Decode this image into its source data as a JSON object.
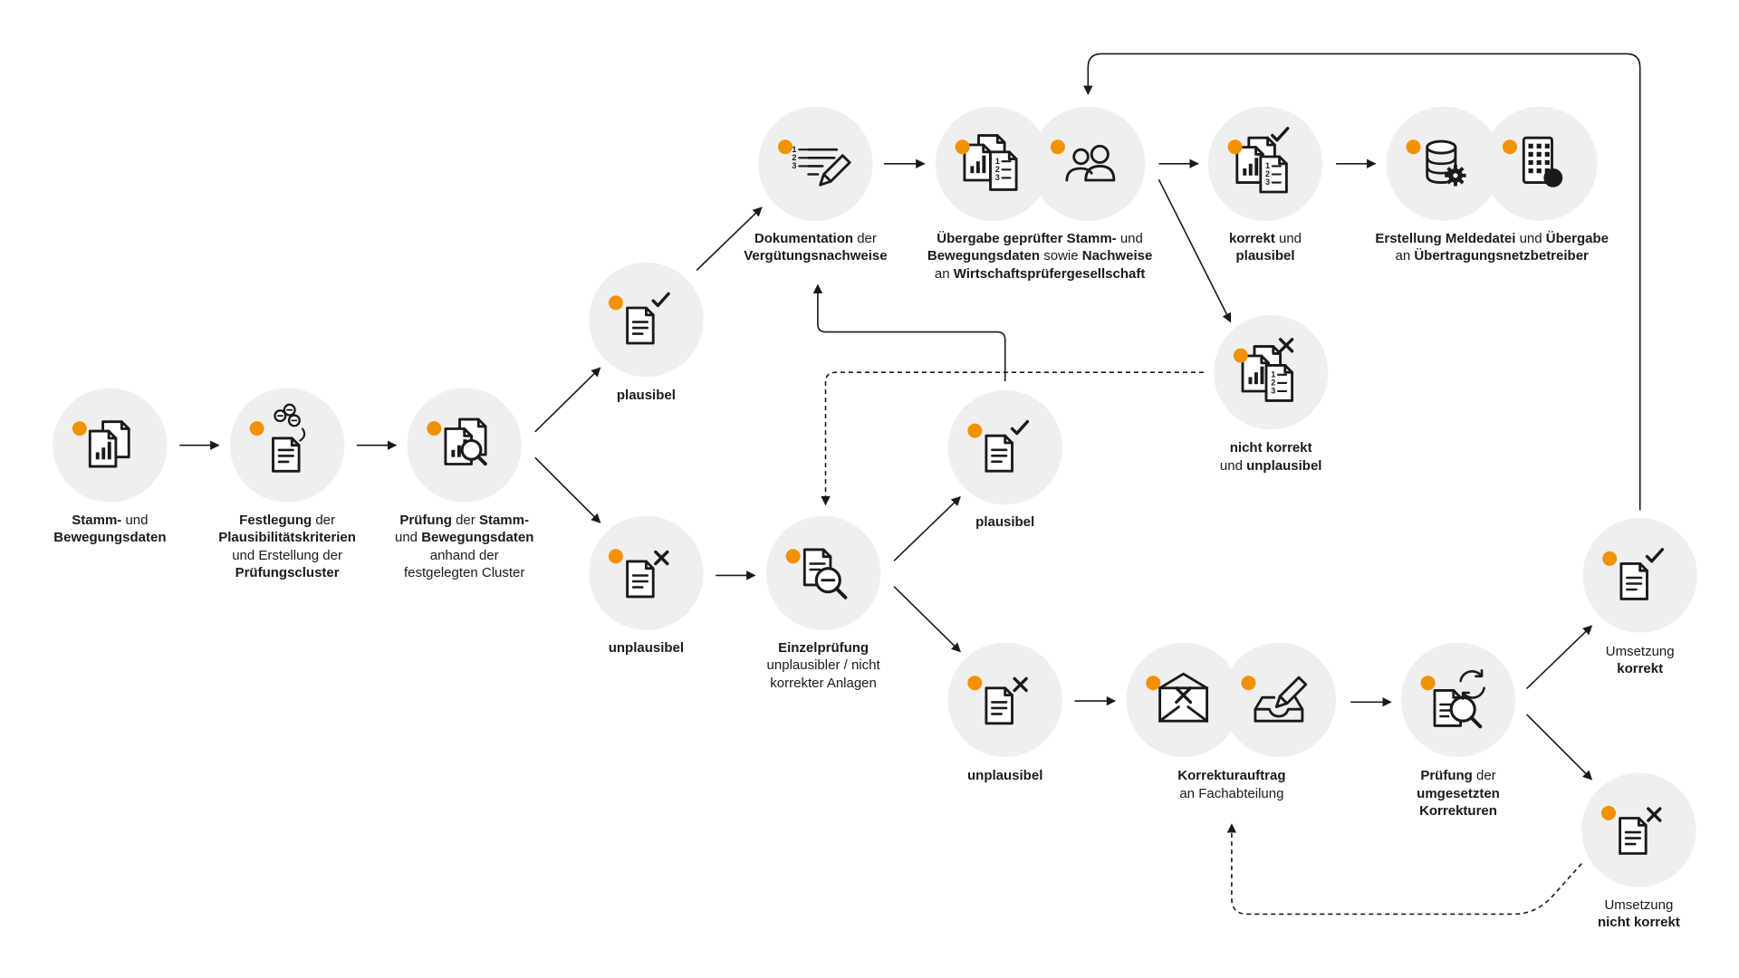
{
  "colors": {
    "accent": "#F39200",
    "circle": "#EFEFEF",
    "ink": "#1A1A1A",
    "line": "#1A1A1A"
  },
  "nodes": [
    {
      "id": "stamm",
      "icons": [
        "documents-chart-icon"
      ],
      "label": [
        [
          {
            "t": "Stamm-",
            "b": true
          },
          {
            "t": " und",
            "b": false
          }
        ],
        [
          {
            "t": "Bewegungsdaten",
            "b": true
          }
        ]
      ]
    },
    {
      "id": "festlegung",
      "icons": [
        "document-rules-icon"
      ],
      "label": [
        [
          {
            "t": "Festlegung",
            "b": true
          },
          {
            "t": " der",
            "b": false
          }
        ],
        [
          {
            "t": "Plausibilitätskriterien",
            "b": true
          }
        ],
        [
          {
            "t": "und Erstellung der",
            "b": false
          }
        ],
        [
          {
            "t": "Prüfungscluster",
            "b": true
          }
        ]
      ]
    },
    {
      "id": "pruefung",
      "icons": [
        "documents-search-icon"
      ],
      "label": [
        [
          {
            "t": "Prüfung",
            "b": true
          },
          {
            "t": " der ",
            "b": false
          },
          {
            "t": "Stamm-",
            "b": true
          }
        ],
        [
          {
            "t": "und ",
            "b": false
          },
          {
            "t": "Bewegungsdaten",
            "b": true
          }
        ],
        [
          {
            "t": "anhand der",
            "b": false
          }
        ],
        [
          {
            "t": "festgelegten Cluster",
            "b": false
          }
        ]
      ]
    },
    {
      "id": "plausibel1",
      "icons": [
        "document-check-icon"
      ],
      "label": [
        [
          {
            "t": "plausibel",
            "b": true
          }
        ]
      ]
    },
    {
      "id": "unplausibel1",
      "icons": [
        "document-cross-icon"
      ],
      "label": [
        [
          {
            "t": "unplausibel",
            "b": true
          }
        ]
      ]
    },
    {
      "id": "doku",
      "icons": [
        "list-pen-icon"
      ],
      "label": [
        [
          {
            "t": "Dokumentation",
            "b": true
          },
          {
            "t": " der",
            "b": false
          }
        ],
        [
          {
            "t": "Vergütungsnachweise",
            "b": true
          }
        ]
      ]
    },
    {
      "id": "einzel",
      "icons": [
        "document-magnifier-minus-icon"
      ],
      "label": [
        [
          {
            "t": "Einzelprüfung",
            "b": true
          }
        ],
        [
          {
            "t": "unplausibler / nicht",
            "b": false
          }
        ],
        [
          {
            "t": "korrekter Anlagen",
            "b": false
          }
        ]
      ]
    },
    {
      "id": "uebergabe",
      "icons": [
        "documents-list-icon",
        "people-icon"
      ],
      "label": [
        [
          {
            "t": "Übergabe geprüfter Stamm-",
            "b": true
          },
          {
            "t": " und",
            "b": false
          }
        ],
        [
          {
            "t": "Bewegungsdaten",
            "b": true
          },
          {
            "t": " sowie ",
            "b": false
          },
          {
            "t": "Nachweise",
            "b": true
          }
        ],
        [
          {
            "t": "an ",
            "b": false
          },
          {
            "t": "Wirtschaftsprüfergesellschaft",
            "b": true
          }
        ]
      ]
    },
    {
      "id": "plausibel2",
      "icons": [
        "document-check-icon"
      ],
      "label": [
        [
          {
            "t": "plausibel",
            "b": true
          }
        ]
      ]
    },
    {
      "id": "unplausibel2",
      "icons": [
        "document-cross-icon"
      ],
      "label": [
        [
          {
            "t": "unplausibel",
            "b": true
          }
        ]
      ]
    },
    {
      "id": "korrekt",
      "icons": [
        "documents-check-icon"
      ],
      "label": [
        [
          {
            "t": "korrekt",
            "b": true
          },
          {
            "t": " und",
            "b": false
          }
        ],
        [
          {
            "t": "plausibel",
            "b": true
          }
        ]
      ]
    },
    {
      "id": "nichtkorrekt",
      "icons": [
        "documents-cross-icon"
      ],
      "label": [
        [
          {
            "t": "nicht korrekt",
            "b": true
          }
        ],
        [
          {
            "t": "und ",
            "b": false
          },
          {
            "t": "unplausibel",
            "b": true
          }
        ]
      ]
    },
    {
      "id": "erstellung",
      "icons": [
        "database-gear-icon",
        "calculator-check-icon"
      ],
      "label": [
        [
          {
            "t": "Erstellung Meldedatei",
            "b": true
          },
          {
            "t": " und ",
            "b": false
          },
          {
            "t": "Übergabe",
            "b": true
          }
        ],
        [
          {
            "t": "an ",
            "b": false
          },
          {
            "t": "Übertragungsnetzbetreiber",
            "b": true
          }
        ]
      ]
    },
    {
      "id": "korrekturauftrag",
      "icons": [
        "envelope-cross-icon",
        "inbox-pen-icon"
      ],
      "label": [
        [
          {
            "t": "Korrekturauftrag",
            "b": true
          }
        ],
        [
          {
            "t": "an Fachabteilung",
            "b": false
          }
        ]
      ]
    },
    {
      "id": "pruefungkorr",
      "icons": [
        "document-search-refresh-icon"
      ],
      "label": [
        [
          {
            "t": "Prüfung",
            "b": true
          },
          {
            "t": " der",
            "b": false
          }
        ],
        [
          {
            "t": "umgesetzten",
            "b": true
          }
        ],
        [
          {
            "t": "Korrekturen",
            "b": true
          }
        ]
      ]
    },
    {
      "id": "umsetzungkorrekt",
      "icons": [
        "document-check-icon"
      ],
      "label": [
        [
          {
            "t": "Umsetzung",
            "b": false
          }
        ],
        [
          {
            "t": "korrekt",
            "b": true
          }
        ]
      ]
    },
    {
      "id": "umsetzungnicht",
      "icons": [
        "document-cross-icon"
      ],
      "label": [
        [
          {
            "t": "Umsetzung",
            "b": false
          }
        ],
        [
          {
            "t": "nicht korrekt",
            "b": true
          }
        ]
      ]
    }
  ]
}
